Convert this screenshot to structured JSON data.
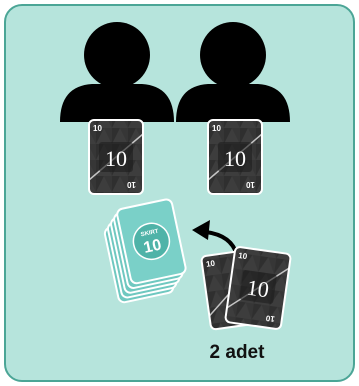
{
  "colors": {
    "panel_bg": "#b6e4dc",
    "panel_border": "#4ba596",
    "person": "#000000",
    "card_dark": "#3a3a3a",
    "card_back": "#6fc8c0",
    "card_back_border": "#ffffff"
  },
  "icons": [
    "person-icon",
    "person-icon",
    "curved-arrow-icon"
  ],
  "players": [
    {
      "card_value": "10",
      "corner_value": "10"
    },
    {
      "card_value": "10",
      "corner_value": "10"
    }
  ],
  "deck": {
    "brand": "SKIRT",
    "value": "10"
  },
  "hand_cards": {
    "value": "10",
    "corner_value": "10"
  },
  "count_label": "2 adet"
}
